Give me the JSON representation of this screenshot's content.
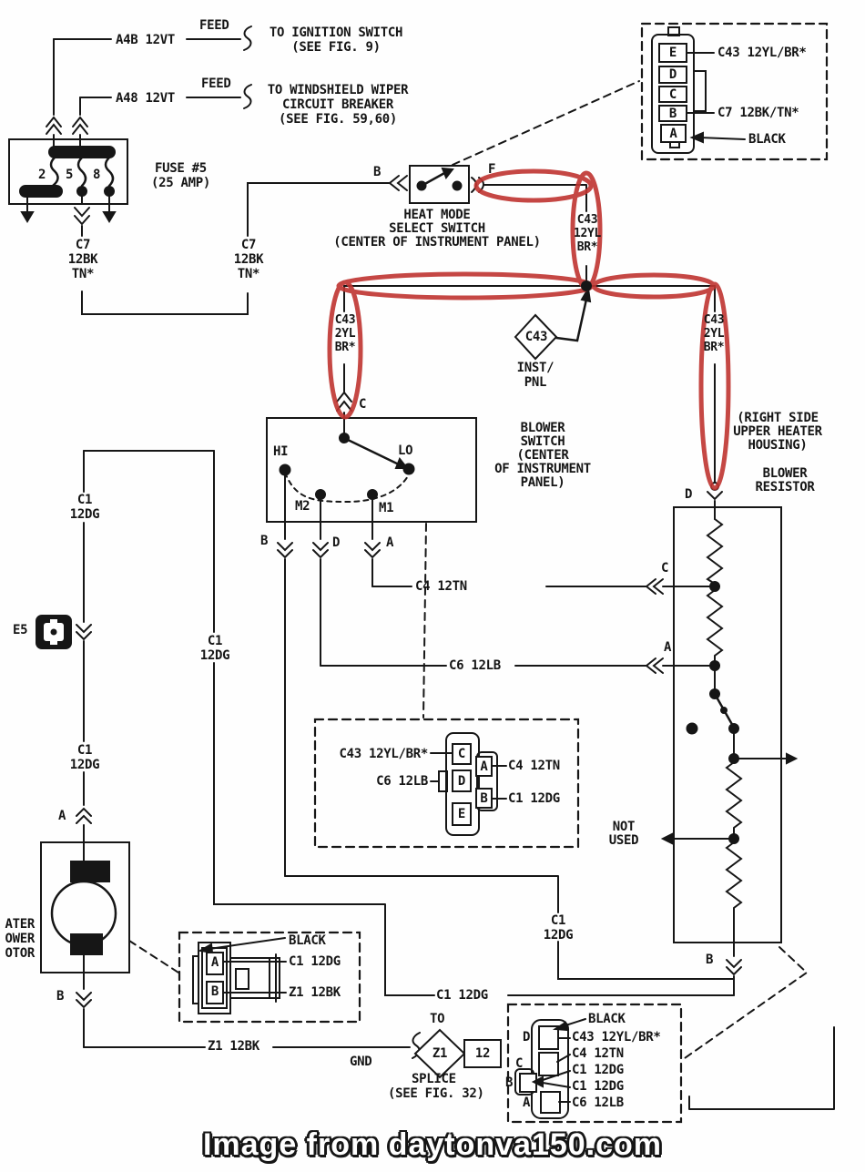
{
  "watermark": {
    "text": "Image from daytonva150.com"
  },
  "feeds": {
    "wire1": "A4B 12VT",
    "tag1": "FEED",
    "dest1": "TO IGNITION SWITCH\n(SEE FIG. 9)",
    "wire2": "A48 12VT",
    "tag2": "FEED",
    "dest2": "TO WINDSHIELD WIPER\nCIRCUIT BREAKER\n(SEE FIG. 59,60)"
  },
  "fuse_block": {
    "pin2": "2",
    "pin5": "5",
    "pin8": "8",
    "name": "FUSE #5",
    "rating": "(25 AMP)",
    "wire_left": "C7\n12BK\nTN*",
    "wire_right": "C7\n12BK\nTN*"
  },
  "heat_mode_switch": {
    "term_b": "B",
    "term_f": "F",
    "caption": "HEAT MODE\nSELECT SWITCH\n(CENTER OF INSTRUMENT PANEL)"
  },
  "c43_net": {
    "drop": "C43\n12YL\nBR*",
    "left": "C43\n2YL\nBR*",
    "right": "C43\n2YL\nBR*",
    "diamond": "C43",
    "diamond_caption": "INST/\nPNL",
    "term_c": "C",
    "term_d": "D"
  },
  "blower_switch": {
    "hi": "HI",
    "lo": "LO",
    "m2": "M2",
    "m1": "M1",
    "term_b": "B",
    "term_d": "D",
    "term_a": "A",
    "caption": "BLOWER\nSWITCH\n(CENTER\nOF INSTRUMENT\nPANEL)"
  },
  "resistor": {
    "housing": "(RIGHT SIDE\nUPPER HEATER\nHOUSING)",
    "caption": "BLOWER\nRESISTOR",
    "wire_c4": "C4 12TN",
    "wire_c6": "C6 12LB",
    "term_c": "C",
    "term_a": "A",
    "term_b": "B",
    "not_used": "NOT\nUSED"
  },
  "c1_net": {
    "v1": "C1\n12DG",
    "v2": "C1\n12DG",
    "v3": "C1\n12DG",
    "v4": "C1\n12DG",
    "h1": "C1 12DG",
    "e5": "E5",
    "term_a": "A",
    "term_b": "B"
  },
  "motor": {
    "caption": "ATER\nOWER\nOTOR"
  },
  "motor_connector": {
    "slot_a": "A",
    "slot_b": "B",
    "black": "BLACK",
    "wire_c1": "C1 12DG",
    "wire_z1": "Z1 12BK"
  },
  "ground": {
    "wire": "Z1 12BK",
    "gnd": "GND",
    "to": "TO",
    "splice_id": "Z1",
    "splice_num": "12",
    "splice": "SPLICE",
    "fig": "(SEE FIG. 32)"
  },
  "tr_connector": {
    "slot_e": "E",
    "slot_d": "D",
    "slot_c": "C",
    "slot_b": "B",
    "slot_a": "A",
    "wire_e": "C43 12YL/BR*",
    "wire_b": "C7 12BK/TN*",
    "black": "BLACK"
  },
  "mid_connector": {
    "slot_c": "C",
    "slot_d": "D",
    "slot_e": "E",
    "slot_a": "A",
    "slot_b": "B",
    "wire_c43": "C43 12YL/BR*",
    "wire_c6": "C6 12LB",
    "wire_c4": "C4 12TN",
    "wire_c1": "C1 12DG"
  },
  "br_connector": {
    "slot_d": "D",
    "slot_c": "C",
    "slot_b": "B",
    "slot_a": "A",
    "black": "BLACK",
    "w1": "C43 12YL/BR*",
    "w2": "C4 12TN",
    "w3": "C1 12DG",
    "w4": "C1 12DG",
    "w5": "C6 12LB"
  },
  "colors": {
    "ink": "#161616",
    "highlight": "#bf3430",
    "paper": "#ffffff"
  }
}
